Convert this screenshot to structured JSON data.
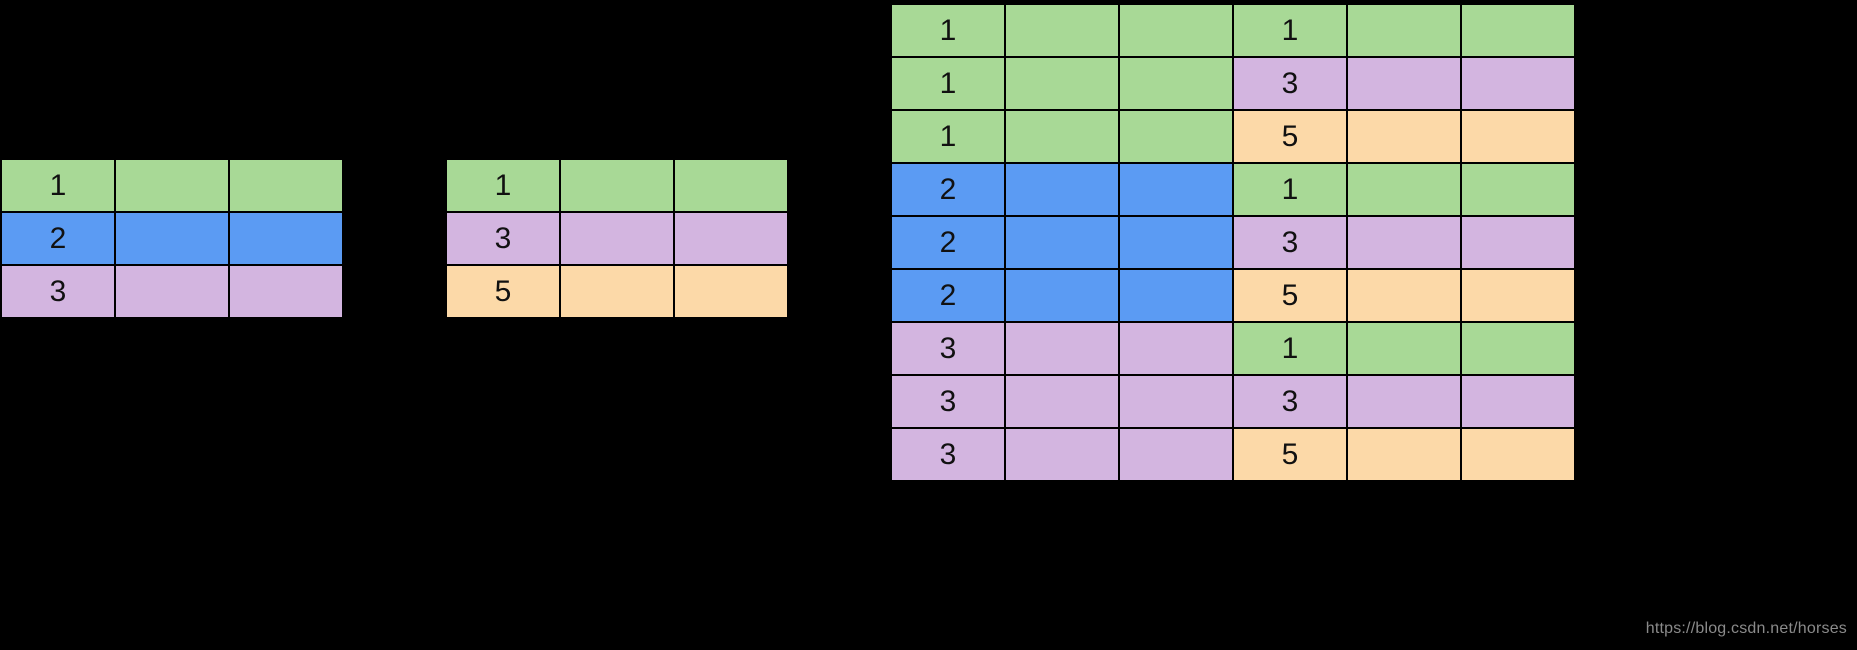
{
  "colors": {
    "background": "#000000",
    "green": "#a8d996",
    "blue": "#5b9bf3",
    "purple": "#d3b5e0",
    "orange": "#fcd9a8",
    "border": "#000000",
    "text": "#111111",
    "watermark": "#8a8a8a"
  },
  "watermark": {
    "text": "https://blog.csdn.net/horses"
  },
  "tables": {
    "left": {
      "name": "table-a",
      "columns": 3,
      "rows": [
        {
          "color": "green",
          "cells": [
            "1",
            "",
            ""
          ]
        },
        {
          "color": "blue",
          "cells": [
            "2",
            "",
            ""
          ]
        },
        {
          "color": "purple",
          "cells": [
            "3",
            "",
            ""
          ]
        }
      ]
    },
    "middle": {
      "name": "table-b",
      "columns": 3,
      "rows": [
        {
          "color": "green",
          "cells": [
            "1",
            "",
            ""
          ]
        },
        {
          "color": "purple",
          "cells": [
            "3",
            "",
            ""
          ]
        },
        {
          "color": "orange",
          "cells": [
            "5",
            "",
            ""
          ]
        }
      ]
    },
    "right": {
      "name": "table-c",
      "columns": 6,
      "rows": [
        {
          "left_color": "green",
          "right_color": "green",
          "cells": [
            "1",
            "",
            "",
            "1",
            "",
            ""
          ]
        },
        {
          "left_color": "green",
          "right_color": "purple",
          "cells": [
            "1",
            "",
            "",
            "3",
            "",
            ""
          ]
        },
        {
          "left_color": "green",
          "right_color": "orange",
          "cells": [
            "1",
            "",
            "",
            "5",
            "",
            ""
          ]
        },
        {
          "left_color": "blue",
          "right_color": "green",
          "cells": [
            "2",
            "",
            "",
            "1",
            "",
            ""
          ]
        },
        {
          "left_color": "blue",
          "right_color": "purple",
          "cells": [
            "2",
            "",
            "",
            "3",
            "",
            ""
          ]
        },
        {
          "left_color": "blue",
          "right_color": "orange",
          "cells": [
            "2",
            "",
            "",
            "5",
            "",
            ""
          ]
        },
        {
          "left_color": "purple",
          "right_color": "green",
          "cells": [
            "3",
            "",
            "",
            "1",
            "",
            ""
          ]
        },
        {
          "left_color": "purple",
          "right_color": "purple",
          "cells": [
            "3",
            "",
            "",
            "3",
            "",
            ""
          ]
        },
        {
          "left_color": "purple",
          "right_color": "orange",
          "cells": [
            "3",
            "",
            "",
            "5",
            "",
            ""
          ]
        }
      ]
    }
  }
}
